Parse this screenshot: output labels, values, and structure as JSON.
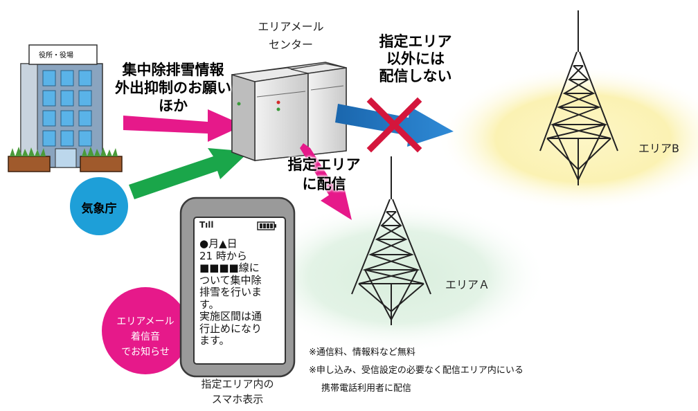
{
  "office": {
    "sign": "役所・役場"
  },
  "center": {
    "label_line1": "エリアメール",
    "label_line2": "センター"
  },
  "request": {
    "line1": "集中除排雪情報",
    "line2": "外出抑制のお願い",
    "line3": "ほか"
  },
  "agency": {
    "label": "気象庁"
  },
  "no_deliver": {
    "line1": "指定エリア",
    "line2": "以外には",
    "line3": "配信しない"
  },
  "deliver": {
    "line1": "指定エリア",
    "line2": "に配信"
  },
  "area_b": {
    "label": "エリアB"
  },
  "area_a": {
    "label": "エリアＡ"
  },
  "ringtone": {
    "line1": "エリアメール",
    "line2": "着信音",
    "line3": "でお知らせ"
  },
  "phone": {
    "signal": "Tıll",
    "lines": [
      "●月▲日",
      "21 時から",
      "■■■■線に",
      "ついて集中除",
      "排雪を行いま",
      "す。",
      "実施区間は通",
      "行止めになり",
      "ます。"
    ],
    "caption_line1": "指定エリア内の",
    "caption_line2": "スマホ表示"
  },
  "notes": {
    "line1": "※通信料、情報料など無料",
    "line2": "※申し込み、受信設定の必要なく配信エリア内にいる",
    "line3": "携帯電話利用者に配信"
  },
  "colors": {
    "pink": "#e6198a",
    "green": "#16a34a",
    "blue": "#1f6fb5",
    "agency_circle": "#1e9fd8",
    "area_b_glow": "#fbf3b8",
    "area_a_glow": "#dcefe0",
    "cross": "#d4163c"
  }
}
